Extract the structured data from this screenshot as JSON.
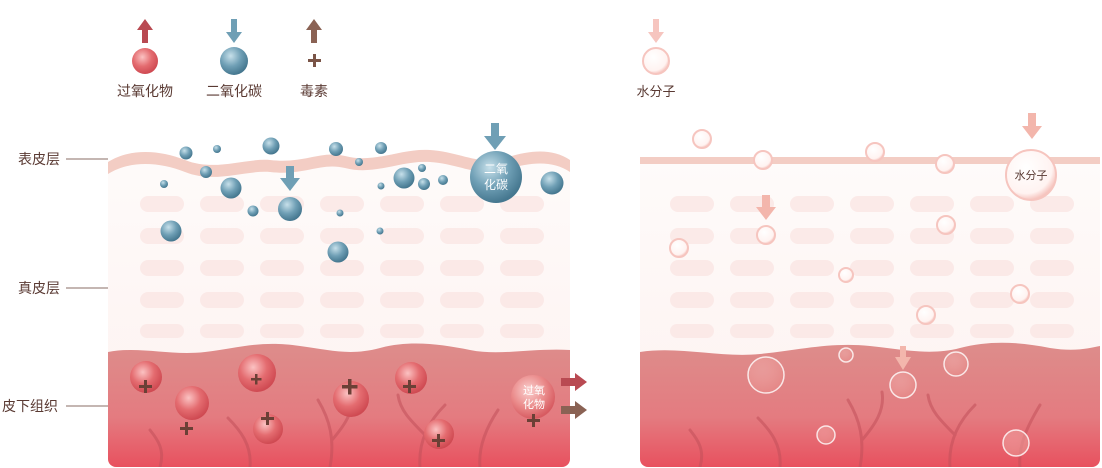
{
  "legend": {
    "peroxide": "过氧化物",
    "co2": "二氧化碳",
    "toxin": "毒素",
    "water": "水分子"
  },
  "layers": {
    "epidermis": "表皮层",
    "dermis": "真皮层",
    "subcutaneous": "皮下组织"
  },
  "in_diagram": {
    "co2_line1": "二氧",
    "co2_line2": "化碳",
    "peroxide_line1": "过氧",
    "peroxide_line2": "化物",
    "water": "水分子"
  },
  "colors": {
    "peroxide": "#e0666b",
    "co2": "#5f93aa",
    "toxin": "#7a5447",
    "water": "#f6c5bf",
    "subcutaneous": "#df8a88",
    "epidermis_line": "#f2c9bf"
  }
}
